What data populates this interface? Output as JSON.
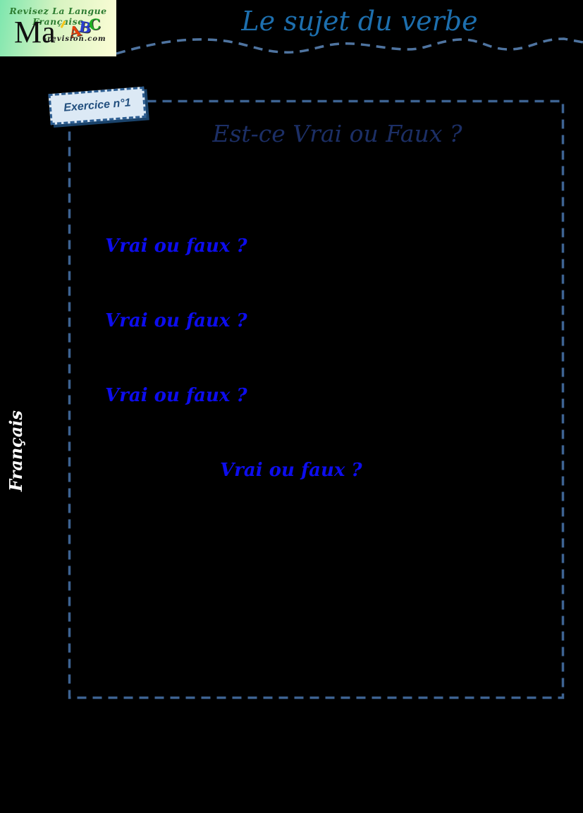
{
  "page": {
    "background_color": "#000000"
  },
  "logo": {
    "tagline": "Revisez La Langue Française",
    "tagline_color": "#2e7d32",
    "brand_prefix": "Ma",
    "brand_suffix": "-revision.com",
    "abc": [
      "A",
      "B",
      "C"
    ],
    "abc_colors": [
      "#e8420c",
      "#2b3fd0",
      "#1fae23"
    ],
    "gradient_left": "#7de6ae",
    "gradient_right": "#fdfdd6"
  },
  "header": {
    "title": "Le sujet du verbe",
    "title_color": "#1d6fae",
    "wave_divider_color": "#4f74a0"
  },
  "sidebar": {
    "vertical_label": "Français",
    "label_color": "#ffffff"
  },
  "exercise": {
    "badge_label": "Exercice n°1",
    "badge_background": "#dce9f5",
    "badge_border_color": "#2d5e92",
    "badge_text_color": "#23507f",
    "heading": "Est-ce Vrai ou Faux ?",
    "heading_color": "#1c2f66",
    "box_border_color": "#3d6392",
    "prompt_color": "#0d0dee",
    "prompts": [
      "Vrai ou faux ?",
      "Vrai ou faux ?",
      "Vrai ou faux ?",
      "Vrai ou faux ?"
    ]
  }
}
